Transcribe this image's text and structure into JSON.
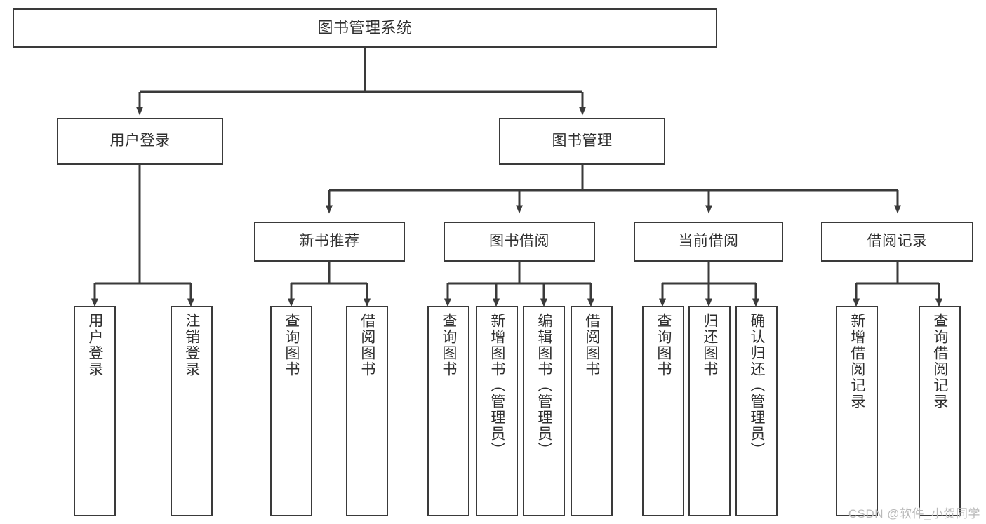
{
  "diagram": {
    "title": "图书管理系统",
    "type": "tree",
    "watermark": "CSDN @软件_小贺同学",
    "colors": {
      "box_border": "#3a3a3a",
      "box_fill": "#ffffff",
      "edge": "#3a3a3a",
      "text": "#2f2f2f",
      "watermark": "#b9b9b9",
      "background": "#ffffff"
    },
    "levels": {
      "root": {
        "label": "图书管理系统"
      },
      "level2": [
        {
          "id": "user-login",
          "label": "用户登录"
        },
        {
          "id": "book-manage",
          "label": "图书管理"
        }
      ],
      "level3": [
        {
          "id": "new-book-recommend",
          "label": "新书推荐",
          "parent": "book-manage"
        },
        {
          "id": "book-borrow",
          "label": "图书借阅",
          "parent": "book-manage"
        },
        {
          "id": "current-borrow",
          "label": "当前借阅",
          "parent": "book-manage"
        },
        {
          "id": "borrow-record",
          "label": "借阅记录",
          "parent": "book-manage"
        }
      ],
      "leaves": [
        {
          "id": "leaf-user-login",
          "label": "用户登录",
          "parent": "user-login"
        },
        {
          "id": "leaf-logout-login",
          "label": "注销登录",
          "parent": "user-login"
        },
        {
          "id": "leaf-query-book-1",
          "label": "查询图书",
          "parent": "new-book-recommend"
        },
        {
          "id": "leaf-borrow-book-1",
          "label": "借阅图书",
          "parent": "new-book-recommend"
        },
        {
          "id": "leaf-query-book-2",
          "label": "查询图书",
          "parent": "book-borrow"
        },
        {
          "id": "leaf-add-book",
          "label": "新增图书（管理员）",
          "parent": "book-borrow"
        },
        {
          "id": "leaf-edit-book",
          "label": "编辑图书（管理员）",
          "parent": "book-borrow"
        },
        {
          "id": "leaf-borrow-book-2",
          "label": "借阅图书",
          "parent": "book-borrow"
        },
        {
          "id": "leaf-query-book-3",
          "label": "查询图书",
          "parent": "current-borrow"
        },
        {
          "id": "leaf-return-book",
          "label": "归还图书",
          "parent": "current-borrow"
        },
        {
          "id": "leaf-confirm-return",
          "label": "确认归还（管理员）",
          "parent": "current-borrow"
        },
        {
          "id": "leaf-add-record",
          "label": "新增借阅记录",
          "parent": "borrow-record"
        },
        {
          "id": "leaf-query-record",
          "label": "查询借阅记录",
          "parent": "borrow-record"
        }
      ]
    }
  }
}
